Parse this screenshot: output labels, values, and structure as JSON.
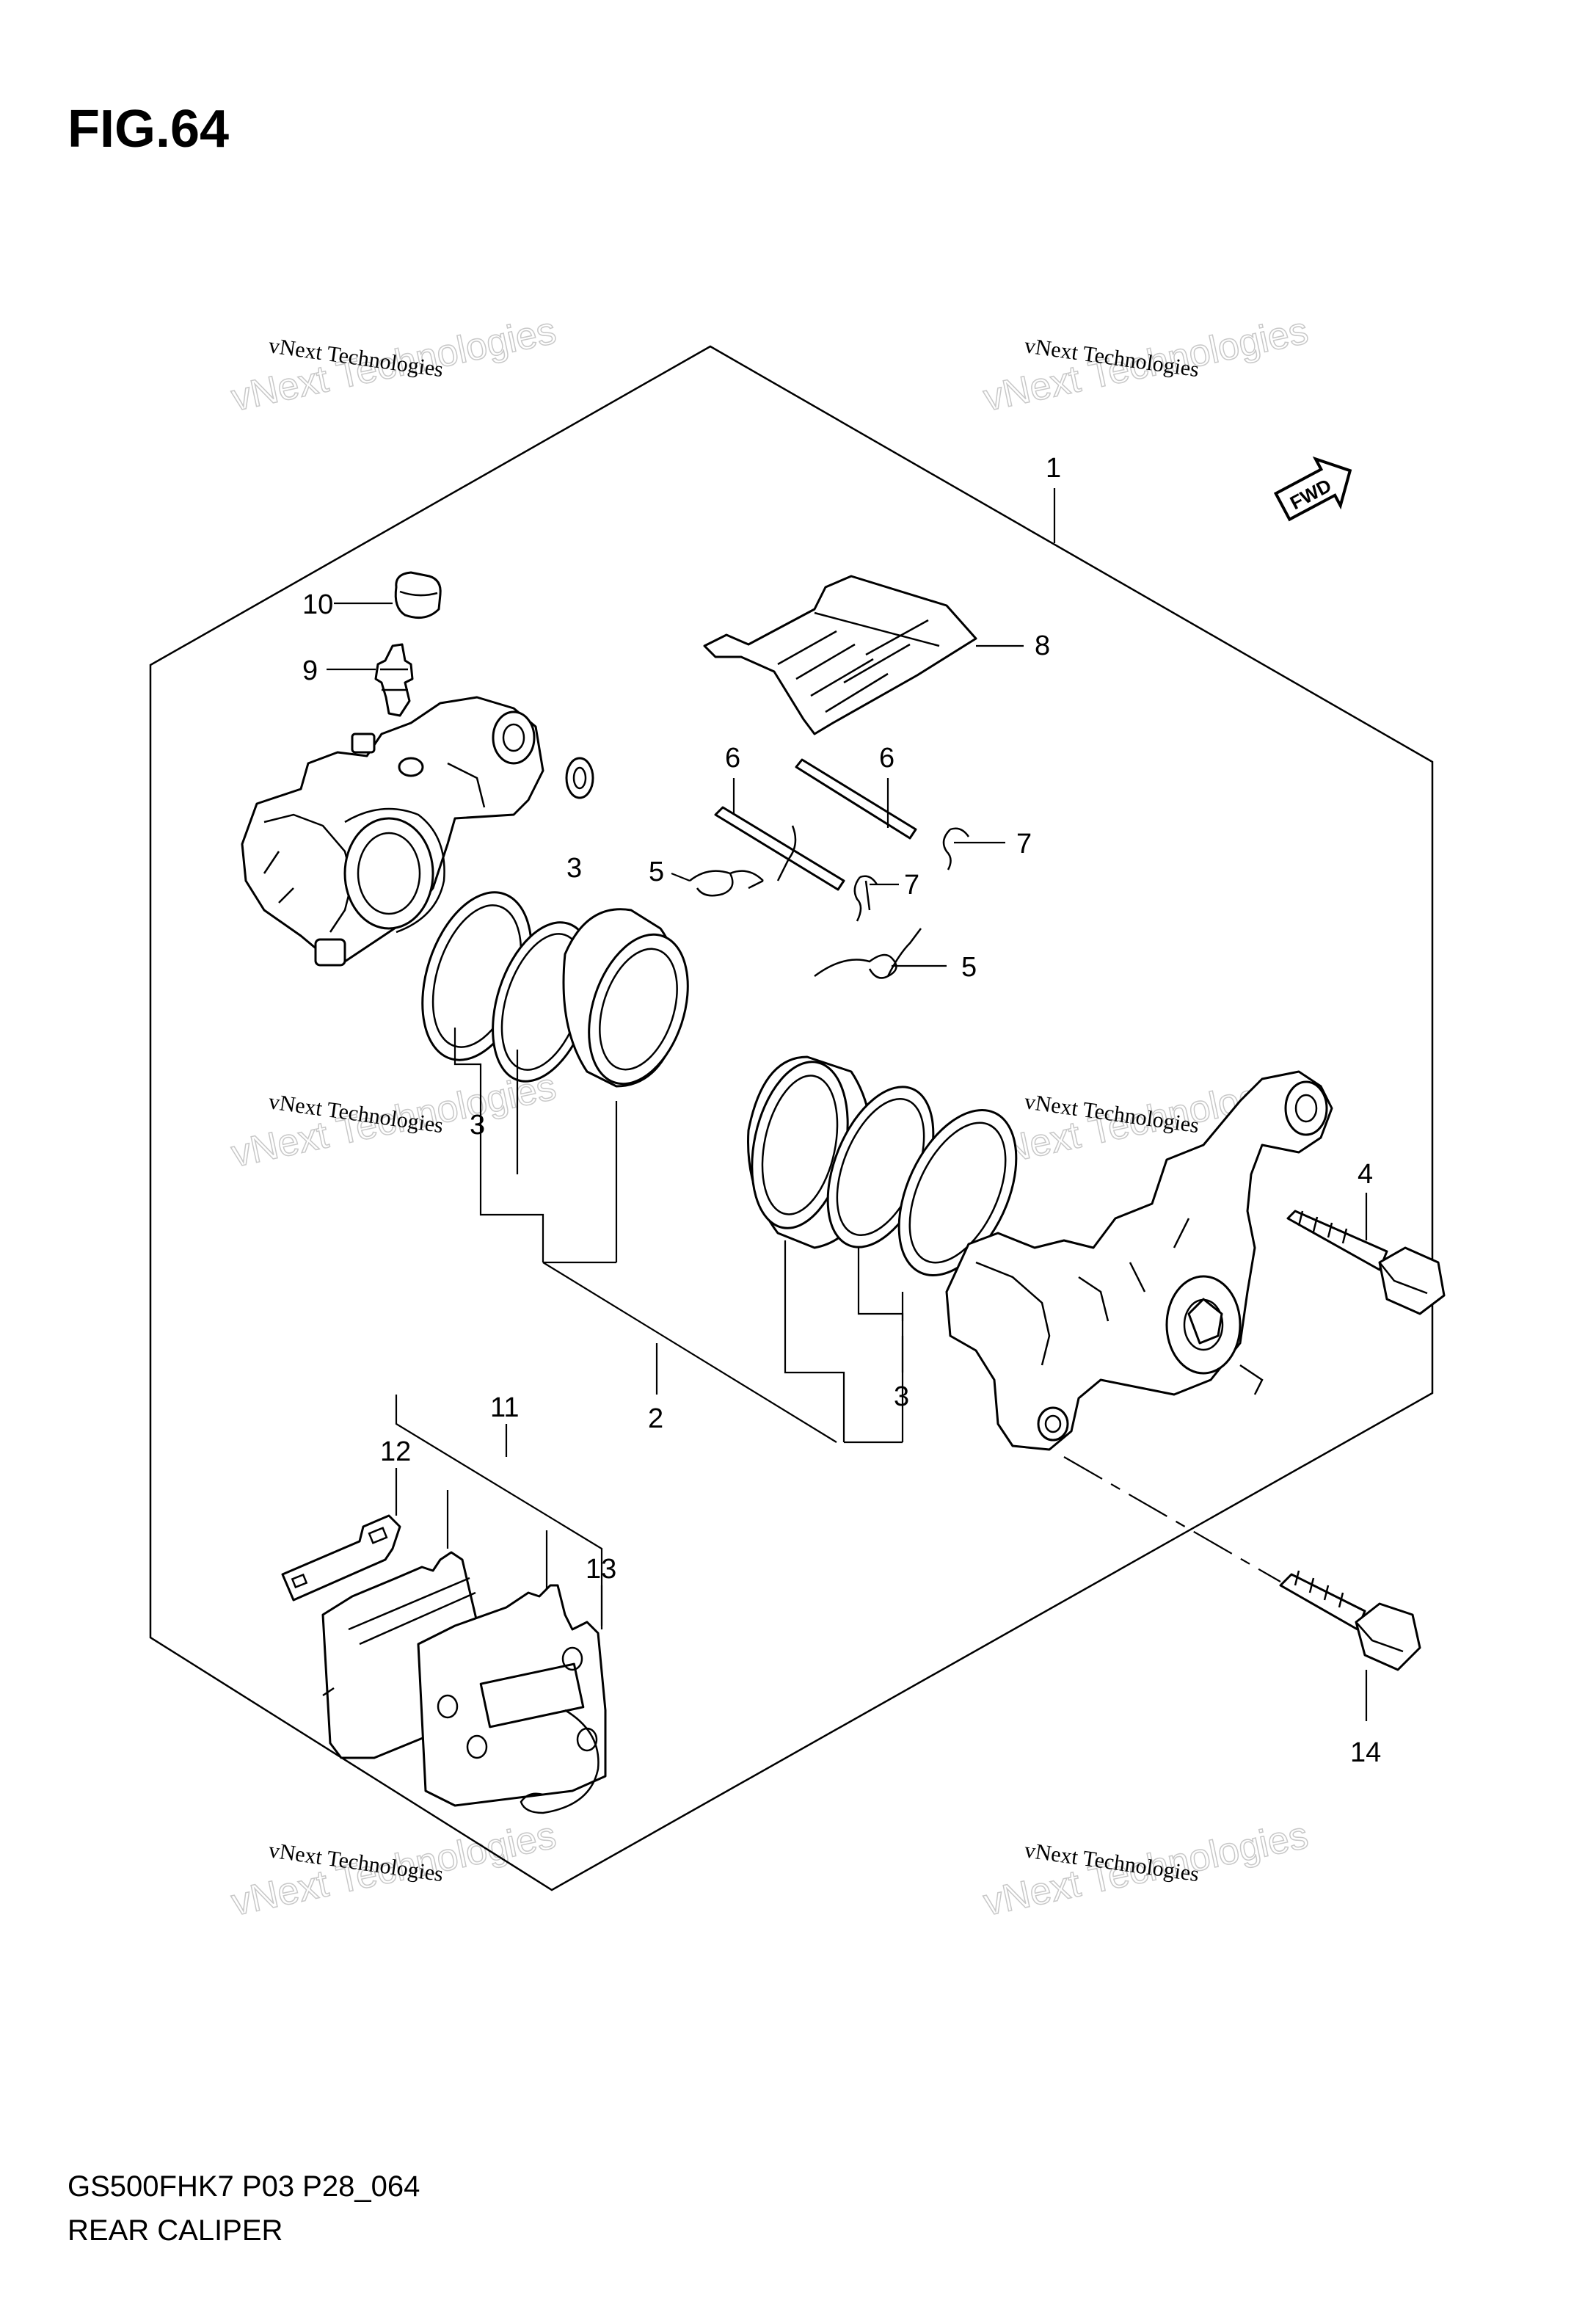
{
  "figure": {
    "title": "FIG.64",
    "footer_code": "GS500FHK7 P03 P28_064",
    "footer_name": "REAR CALIPER"
  },
  "fwd_label": "FWD",
  "watermark": {
    "line1": "vNext Technologies",
    "line2": "vNext Technologies"
  },
  "callouts": {
    "c1": "1",
    "c2": "2",
    "c3a": "3",
    "c3b": "3",
    "c3c": "3",
    "c4": "4",
    "c5a": "5",
    "c5b": "5",
    "c6a": "6",
    "c6b": "6",
    "c7a": "7",
    "c7b": "7",
    "c8": "8",
    "c9": "9",
    "c10": "10",
    "c11": "11",
    "c12": "12",
    "c13": "13",
    "c14": "14"
  }
}
